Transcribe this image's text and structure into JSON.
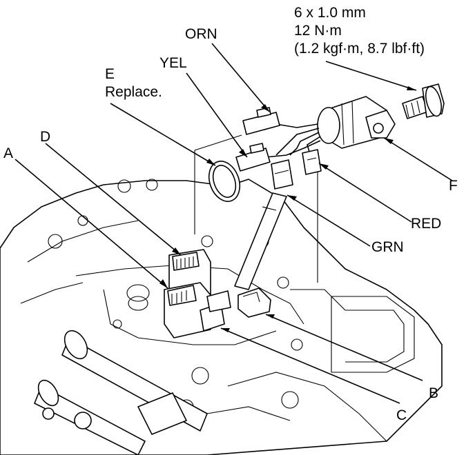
{
  "diagram": {
    "callouts": {
      "A": "A",
      "B": "B",
      "C": "C",
      "D": "D",
      "E": "E",
      "E_note": "Replace.",
      "F": "F"
    },
    "wire_colors": {
      "orn": "ORN",
      "yel": "YEL",
      "red": "RED",
      "grn": "GRN"
    },
    "bolt_spec": {
      "size": "6 x 1.0 mm",
      "torque_nm": "12 N·m",
      "torque_alt": "(1.2 kgf·m, 8.7 lbf·ft)"
    }
  }
}
